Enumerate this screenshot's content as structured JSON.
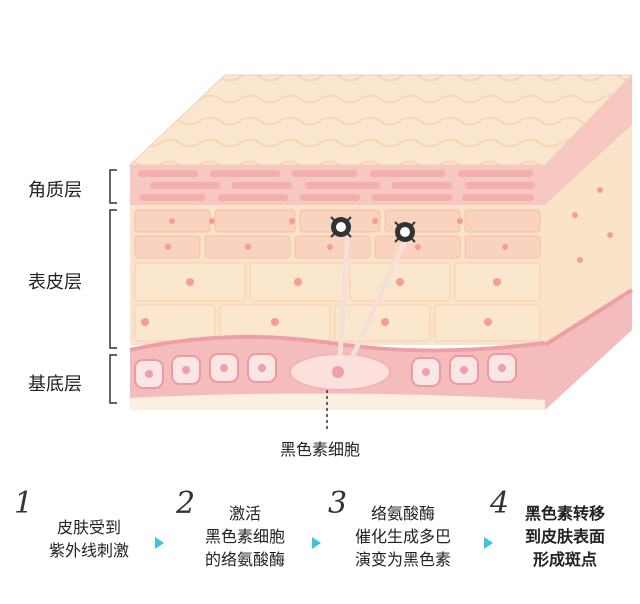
{
  "layer_labels": {
    "stratum_corneum": "角质层",
    "epidermis": "表皮层",
    "basal_layer": "基底层"
  },
  "melanocyte_caption": "黑色素细胞",
  "steps": [
    {
      "number": "1",
      "lines": [
        "皮肤受到",
        "紫外线刺激"
      ]
    },
    {
      "number": "2",
      "lines": [
        "激活",
        "黑色素细胞",
        "的络氨酸酶"
      ]
    },
    {
      "number": "3",
      "lines": [
        "络氨酸酶",
        "催化生成多巴",
        "演变为黑色素"
      ]
    },
    {
      "number": "4",
      "lines": [
        "黑色素转移",
        "到皮肤表面",
        "形成斑点"
      ]
    }
  ],
  "colors": {
    "skin_top": "#fbe9d4",
    "corneum_pink": "#f4b9b6",
    "epidermis_cream": "#fbe3c9",
    "cell_nucleus": "#f4a08a",
    "basal_pink": "#f3b7b9",
    "arrow": "#3fc3e0"
  },
  "icons": [
    "melanin-granule-icon",
    "step-arrow-icon",
    "bracket-icon"
  ]
}
